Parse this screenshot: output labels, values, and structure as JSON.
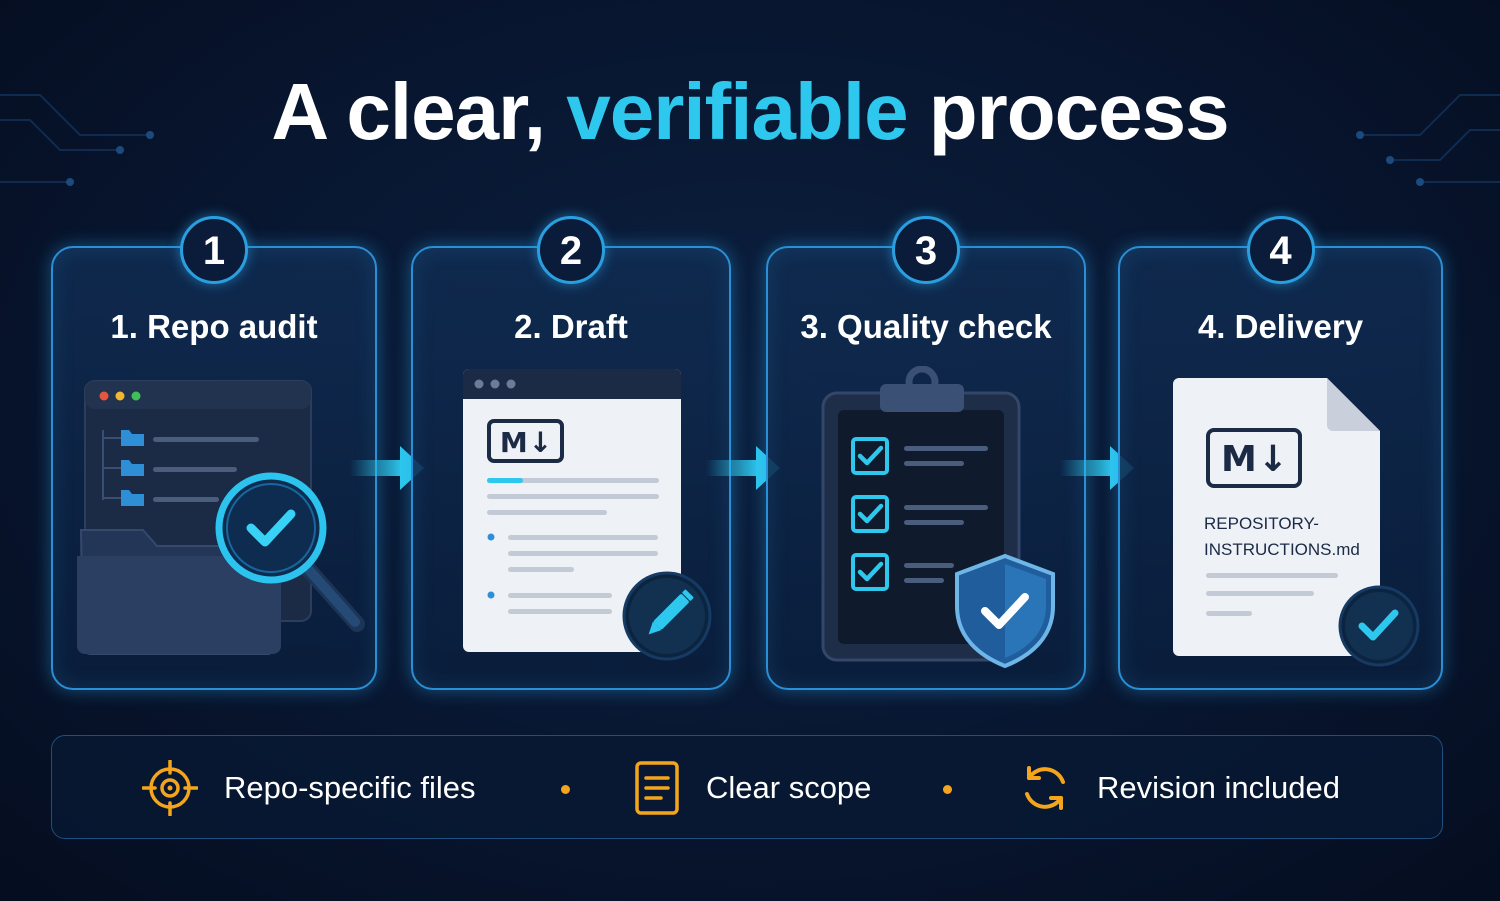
{
  "title": {
    "part1": "A clear,",
    "accent": "verifiable",
    "part2": "process"
  },
  "steps": [
    {
      "number": "1",
      "label": "1. Repo audit",
      "icon": "folder-magnifier-icon"
    },
    {
      "number": "2",
      "label": "2. Draft",
      "icon": "markdown-draft-icon"
    },
    {
      "number": "3",
      "label": "3. Quality check",
      "icon": "clipboard-shield-icon"
    },
    {
      "number": "4",
      "label": "4. Delivery",
      "icon": "markdown-file-icon"
    }
  ],
  "markdown_badge": "M↓",
  "delivery_file": {
    "line1": "REPOSITORY-",
    "line2": "INSTRUCTIONS.md"
  },
  "features": [
    {
      "label": "Repo-specific files",
      "icon": "target-icon"
    },
    {
      "label": "Clear scope",
      "icon": "document-icon"
    },
    {
      "label": "Revision included",
      "icon": "refresh-icon"
    }
  ],
  "colors": {
    "background": "#081630",
    "accent": "#2ec8ee",
    "card_border": "#2a8fd4",
    "feature_icon": "#f4a51c"
  }
}
